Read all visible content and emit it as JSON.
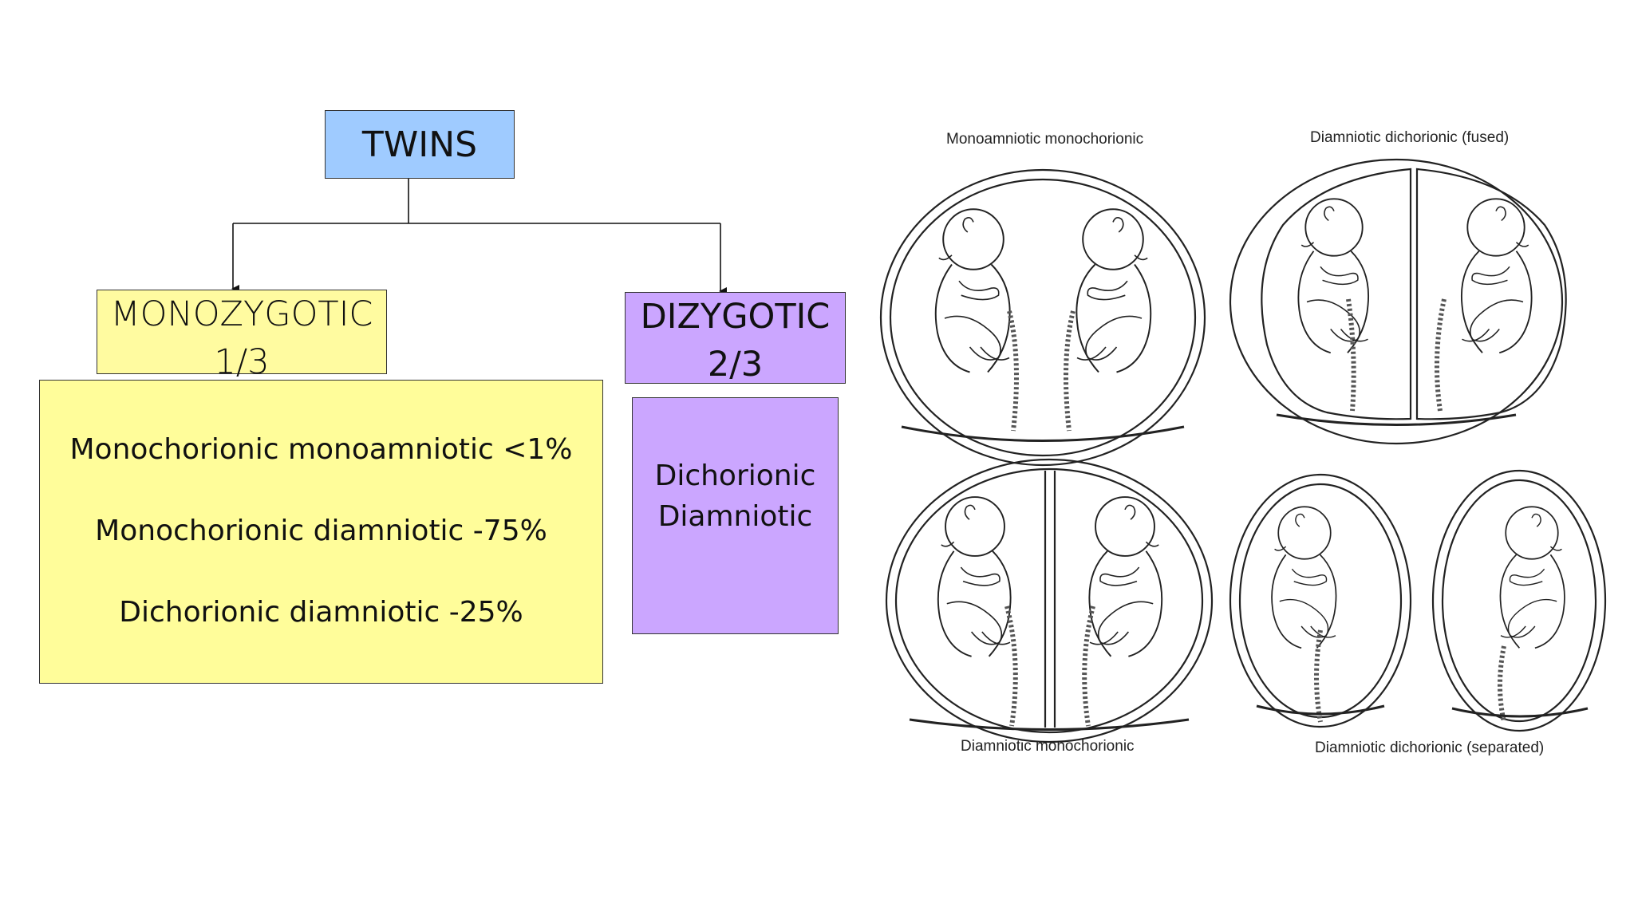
{
  "flowchart": {
    "root": "TWINS",
    "monozygotic": {
      "label": "MONOZYGOTIC",
      "fraction": "1/3",
      "details": [
        "Monochorionic monoamniotic <1%",
        "Monochorionic diamniotic -75%",
        "Dichorionic diamniotic -25%"
      ]
    },
    "dizygotic": {
      "label": "DIZYGOTIC",
      "fraction": "2/3",
      "details": [
        "Dichorionic",
        "Diamniotic"
      ]
    }
  },
  "illustration": {
    "captions": {
      "top_left": "Monoamniotic monochorionic",
      "top_right": "Diamniotic dichorionic (fused)",
      "bottom_left": "Diamniotic monochorionic",
      "bottom_right": "Diamniotic dichorionic (separated)"
    }
  },
  "colors": {
    "root_fill": "#9fcbff",
    "mono_fill": "#fffba0",
    "di_fill": "#cba6ff"
  }
}
